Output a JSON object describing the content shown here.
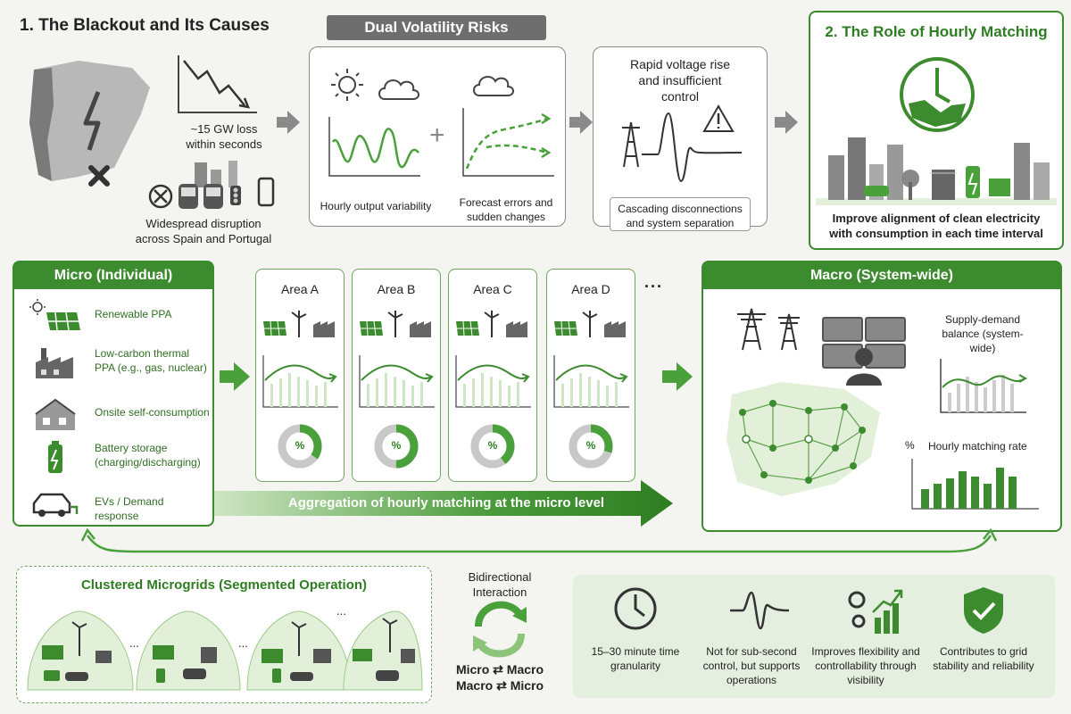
{
  "blackout": {
    "title": "1. The Blackout and Its Causes",
    "loss": "~15 GW loss within seconds",
    "disruption": "Widespread disruption across Spain and Portugal"
  },
  "volatility": {
    "title": "Dual Volatility Risks",
    "hourly": "Hourly output variability",
    "forecast": "Forecast errors and sudden changes"
  },
  "voltage": {
    "title": "Rapid voltage rise and insufficient control",
    "cascading": "Cascading disconnections and system separation"
  },
  "hourly_role": {
    "title": "2. The Role of Hourly Matching",
    "desc": "Improve alignment of clean electricity with consumption in each time interval"
  },
  "micro": {
    "title": "Micro (Individual)",
    "items": [
      {
        "label": "Renewable PPA",
        "icon": "solar-panel-icon"
      },
      {
        "label": "Low-carbon thermal PPA (e.g., gas, nuclear)",
        "icon": "factory-icon"
      },
      {
        "label": "Onsite self-consumption",
        "icon": "house-icon"
      },
      {
        "label": "Battery storage (charging/discharging)",
        "icon": "battery-icon"
      },
      {
        "label": "EVs / Demand response",
        "icon": "ev-icon"
      }
    ]
  },
  "areas": [
    {
      "label": "Area A",
      "pct": "%",
      "rate": 0.35
    },
    {
      "label": "Area B",
      "pct": "%",
      "rate": 0.5
    },
    {
      "label": "Area C",
      "pct": "%",
      "rate": 0.4
    },
    {
      "label": "Area D",
      "pct": "%",
      "rate": 0.3
    }
  ],
  "areas_more": "...",
  "aggregation": "Aggregation of hourly matching at the micro level",
  "macro": {
    "title": "Macro (System-wide)",
    "balance": "Supply-demand balance (system-wide)",
    "matching_label": "Hourly matching rate",
    "matching_axis": "%"
  },
  "clusters": {
    "title": "Clustered Microgrids (Segmented Operation)",
    "dots": "..."
  },
  "bidirectional": {
    "title": "Bidirectional Interaction",
    "line1": "Micro ⇄ Macro",
    "line2": "Macro ⇄ Micro"
  },
  "benefits": [
    {
      "label": "15–30 minute time granularity",
      "icon": "clock-icon"
    },
    {
      "label": "Not for sub-second control, but supports operations",
      "icon": "waveform-icon"
    },
    {
      "label": "Improves flexibility and controllability through visibility",
      "icon": "gears-chart-icon"
    },
    {
      "label": "Contributes to grid stability and reliability",
      "icon": "shield-check-icon"
    }
  ],
  "colors": {
    "accent": "#3d8b2f",
    "light": "#8cc47a",
    "gray": "#8a8a8a"
  }
}
